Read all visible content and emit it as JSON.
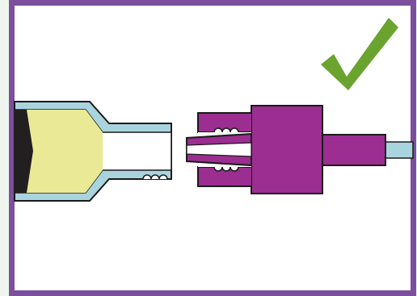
{
  "diagram": {
    "status": "correct-connection",
    "status_icon": "check-mark-icon",
    "components": [
      {
        "name": "syringe",
        "icon": "syringe-barrel-icon"
      },
      {
        "name": "luer-lock-connector",
        "icon": "luer-lock-connector-icon"
      },
      {
        "name": "tubing",
        "icon": "tubing-icon"
      }
    ]
  },
  "colors": {
    "frame_border": "#7b4f9d",
    "outer_background": "#eef5ee",
    "panel_background": "#ffffff",
    "syringe_wall": "#a9d4de",
    "syringe_fluid": "#eaea96",
    "plunger": "#231f20",
    "connector": "#9b2e90",
    "tubing": "#a9d4de",
    "check_mark": "#6aa42f",
    "outline": "#1a1a1a"
  }
}
